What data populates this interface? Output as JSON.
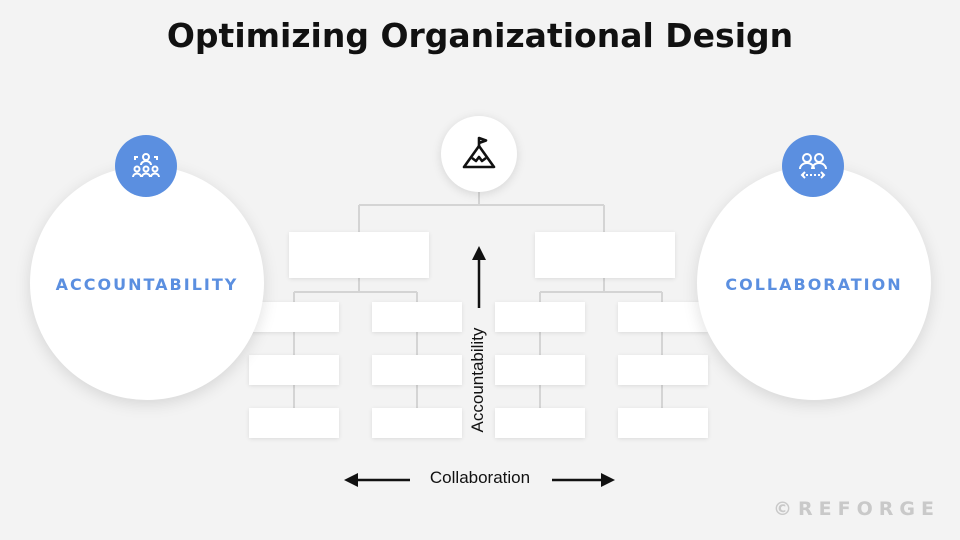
{
  "title": "Optimizing Organizational Design",
  "left_concept": {
    "label": "ACCOUNTABILITY",
    "icon": "team-hierarchy-icon"
  },
  "right_concept": {
    "label": "COLLABORATION",
    "icon": "people-exchange-icon"
  },
  "top_node": {
    "icon": "mountain-flag-icon"
  },
  "axes": {
    "vertical_label": "Accountability",
    "horizontal_label": "Collaboration"
  },
  "brand": "©REFORGE",
  "colors": {
    "accent": "#5b8fe0",
    "background": "#f3f3f3",
    "box": "#ffffff",
    "connector": "#d4d4d4",
    "text": "#111111"
  }
}
